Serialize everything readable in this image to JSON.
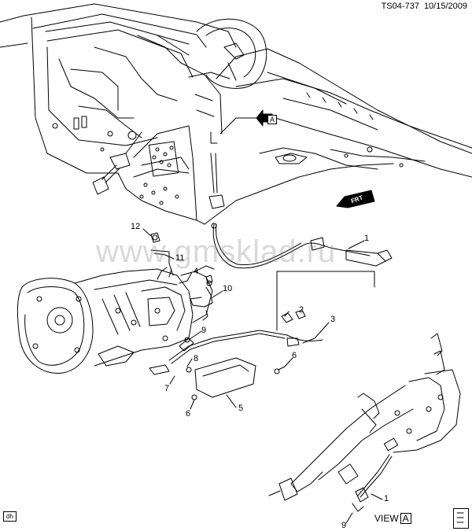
{
  "header": {
    "code": "TS04-737",
    "date": "10/15/2009"
  },
  "watermark": "www.gmsklad.ru",
  "callouts": [
    "1",
    "1",
    "2",
    "3",
    "4",
    "5",
    "6",
    "6",
    "7",
    "8",
    "9",
    "9",
    "10",
    "11",
    "12"
  ],
  "view_label": "VIEW",
  "view_letter": "A",
  "arrow_a_letter": "A",
  "front_arrow_text": "FRT",
  "tag": "dh"
}
